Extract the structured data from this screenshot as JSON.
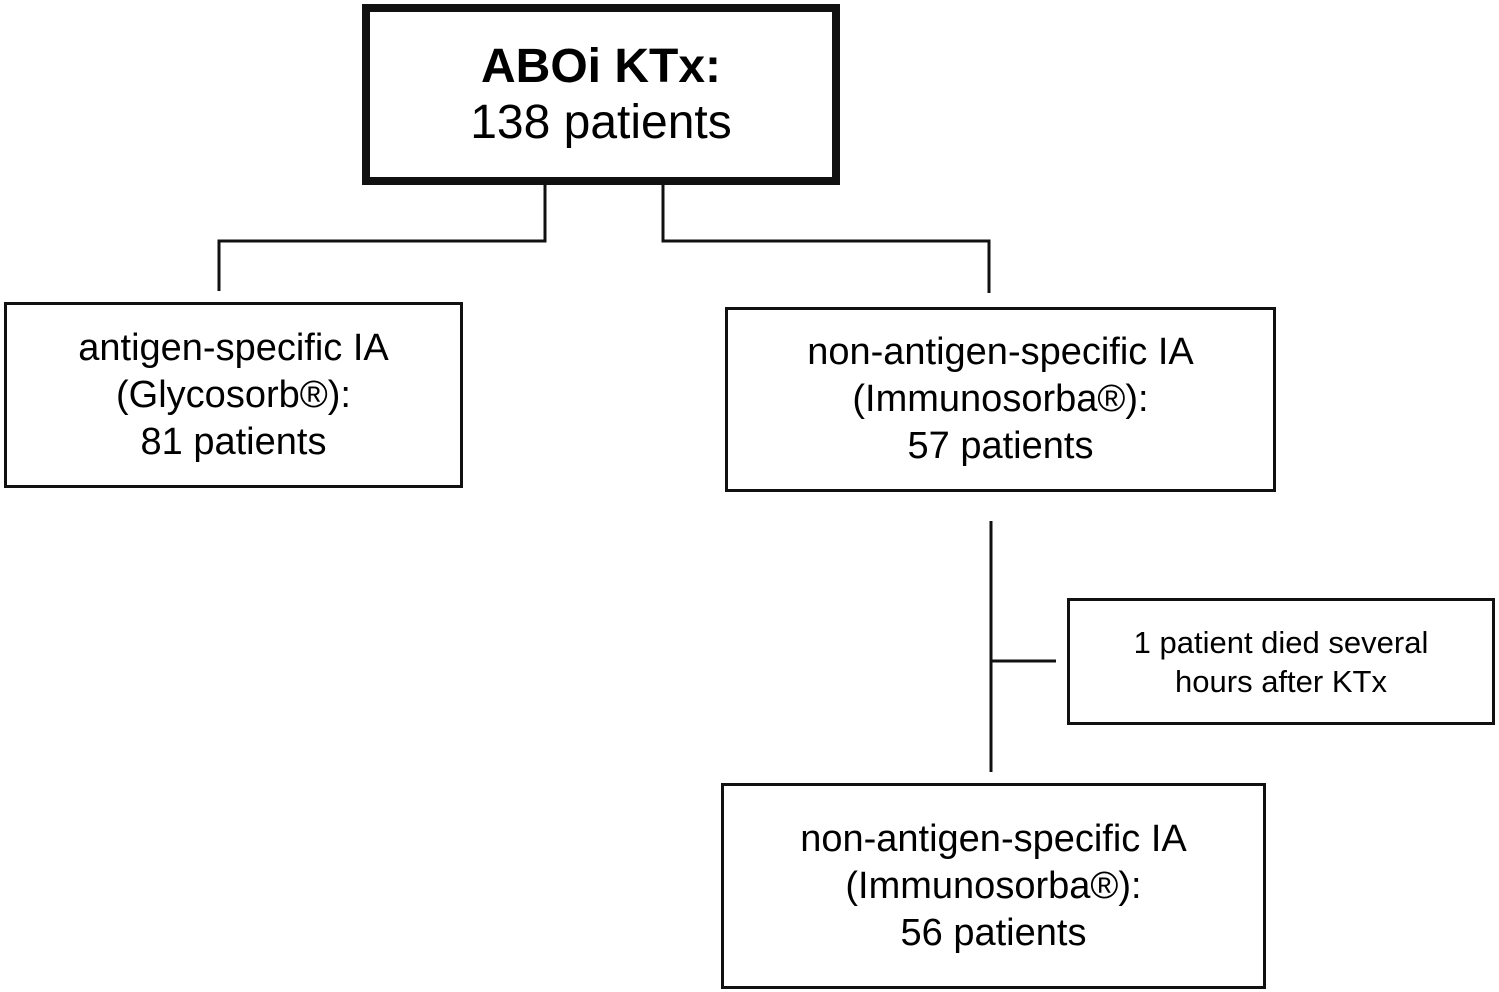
{
  "root": {
    "title": "ABOi KTx:",
    "subtitle": "138 patients"
  },
  "left_branch": {
    "line1": "antigen-specific IA",
    "line2": "(Glycosorb®):",
    "line3": "81 patients"
  },
  "right_branch": {
    "line1": "non-antigen-specific IA",
    "line2": "(Immunosorba®):",
    "line3": "57 patients"
  },
  "exclusion_note": {
    "line1": "1 patient died several",
    "line2": "hours after KTx"
  },
  "final_group": {
    "line1": "non-antigen-specific IA",
    "line2": "(Immunosorba®):",
    "line3": "56 patients"
  },
  "colors": {
    "stroke": "#111111",
    "background": "#ffffff"
  }
}
